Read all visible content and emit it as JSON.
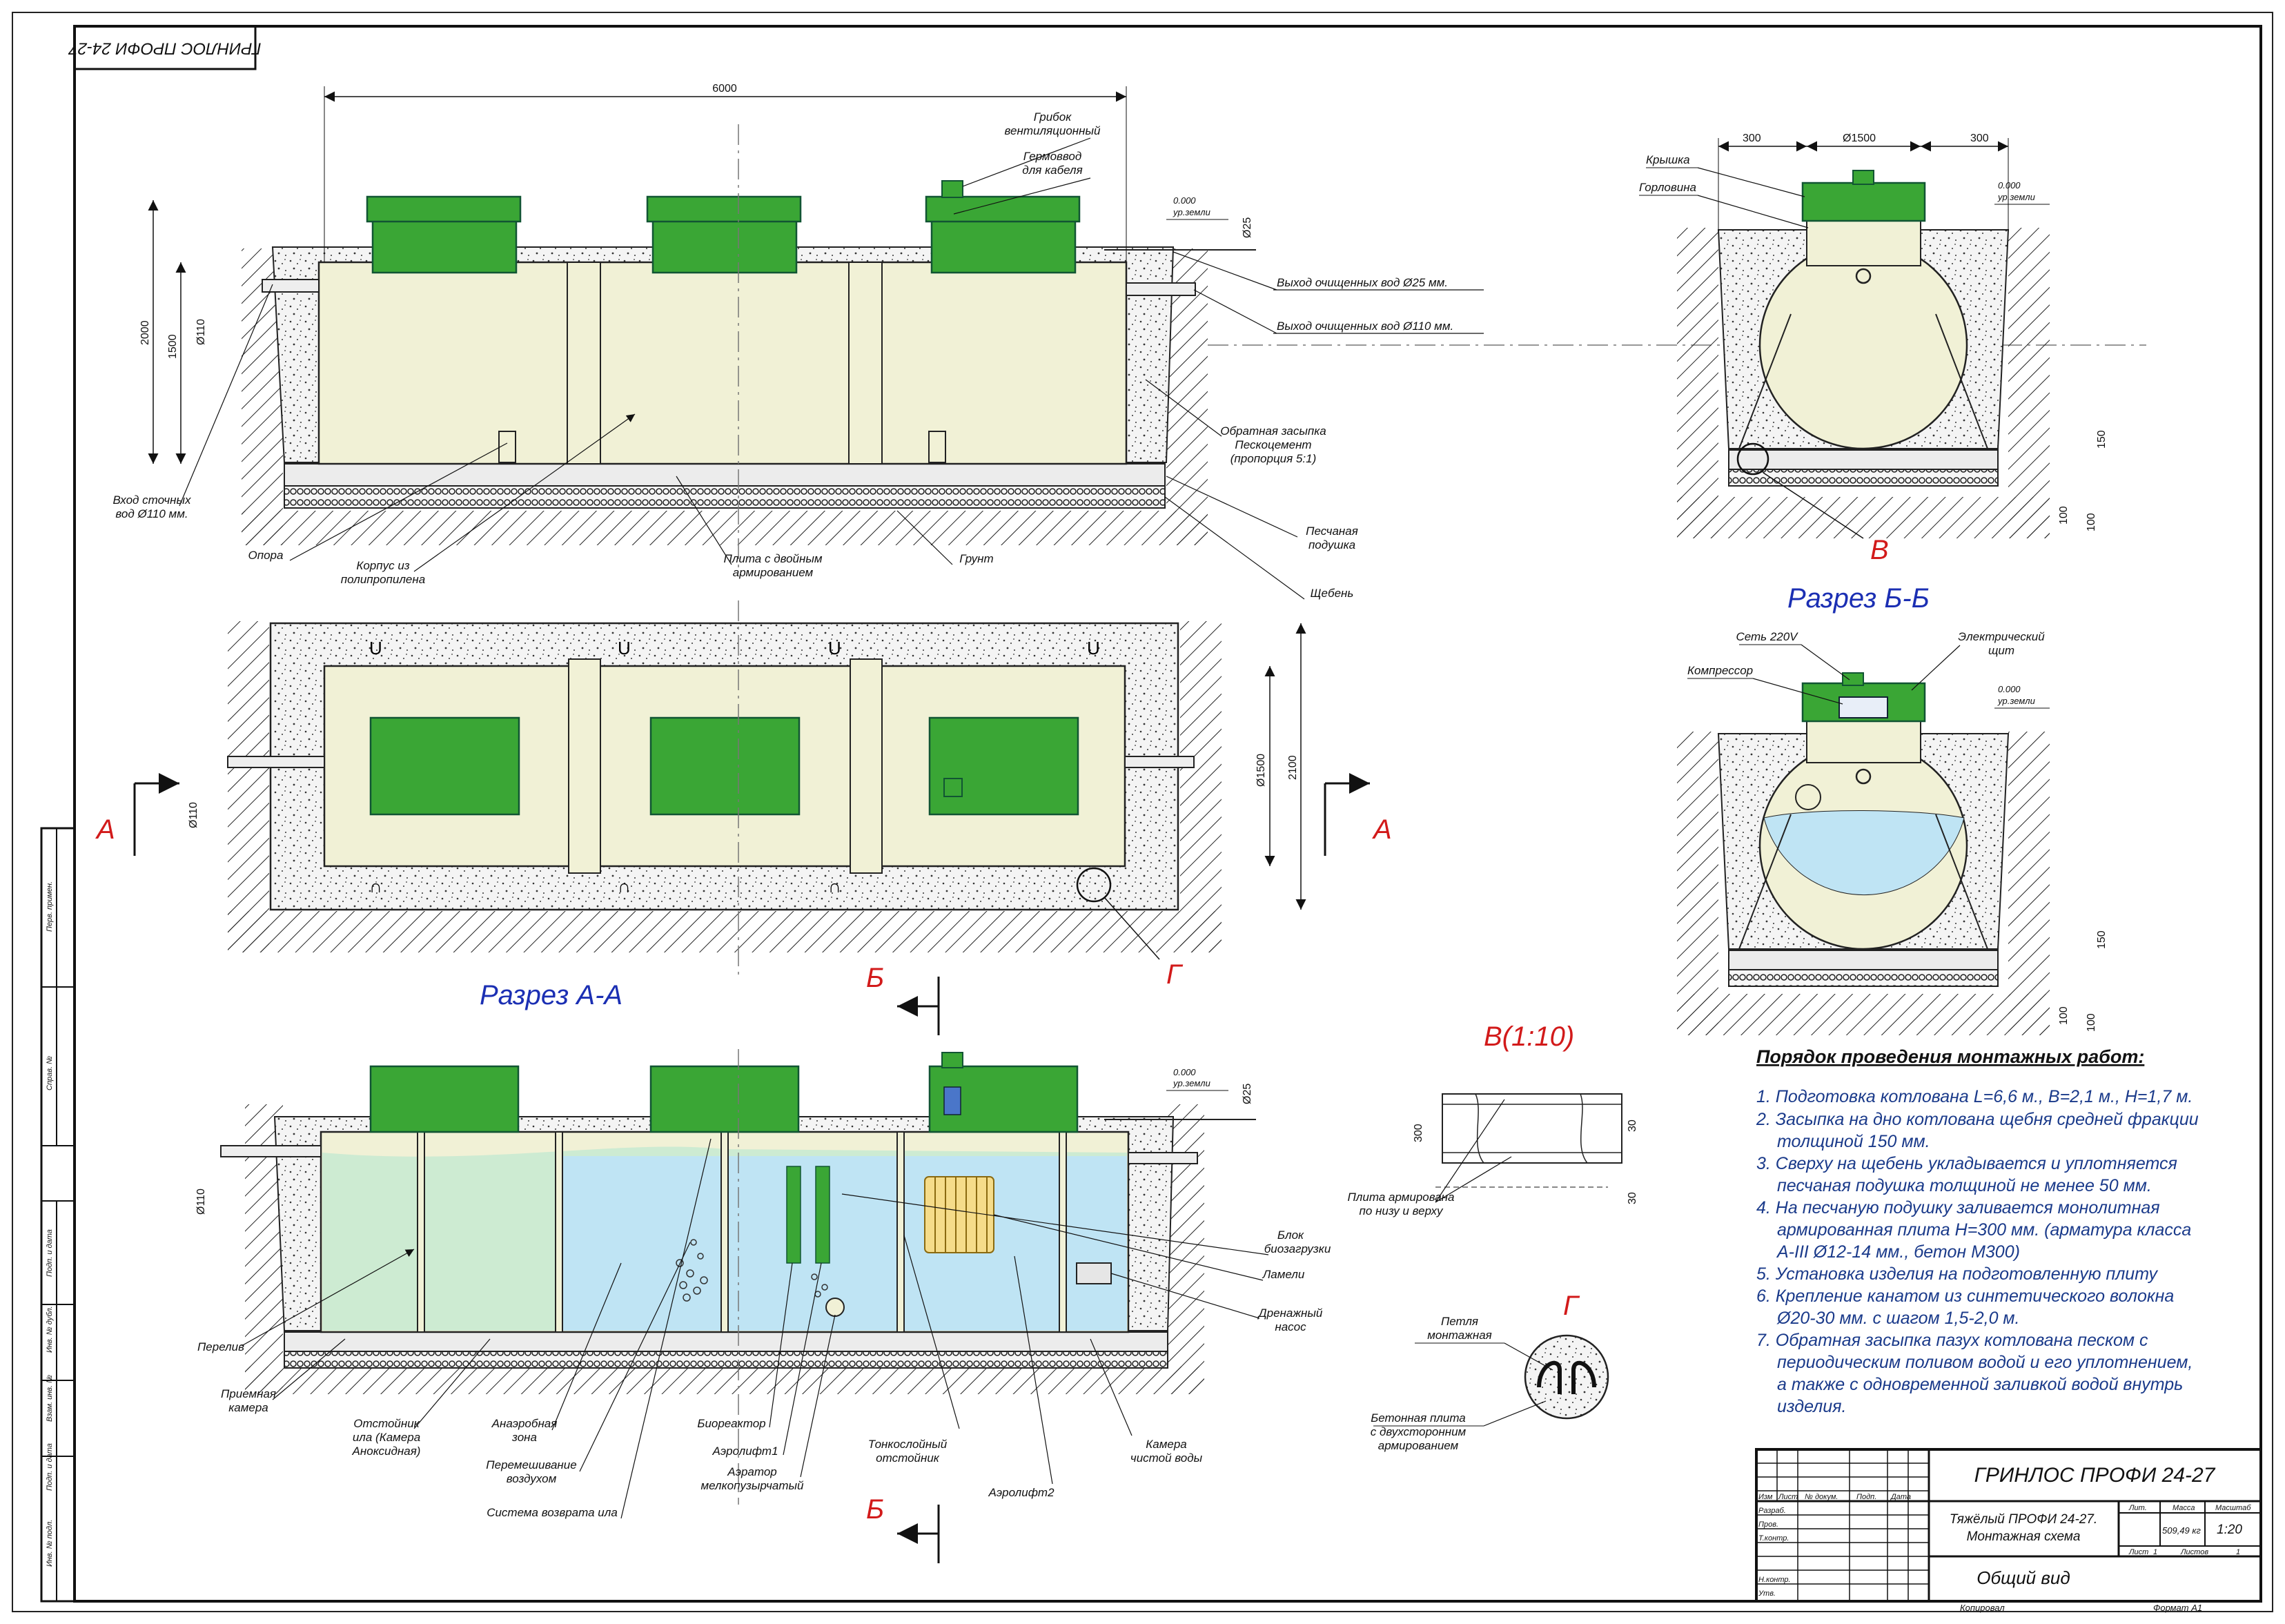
{
  "stamp": "ГРИНЛОС ПРОФИ 24-27",
  "section_aa": "Разрез А-А",
  "section_bb": "Разрез Б-Б",
  "marks": {
    "A": "А",
    "B": "Б",
    "V": "В",
    "G": "Г",
    "V_scale": "В(1:10)"
  },
  "dims": {
    "d6000": "6000",
    "d2000": "2000",
    "d1500": "1500",
    "d110": "Ø110",
    "d25": "Ø25",
    "zero": "0.000",
    "ground": "ур.земли",
    "d300": "300",
    "d1500c": "Ø1500",
    "d150": "150",
    "d100": "100",
    "d2100": "2100",
    "d30": "30"
  },
  "labels_top": {
    "vent": "Грибок вентиляционный",
    "gland": "Гермоввод для кабеля",
    "out25": "Выход очищенных вод Ø25 мм.",
    "out110": "Выход очищенных вод Ø110 мм.",
    "backfill1": "Обратная засыпка",
    "backfill2": "Пескоцемент",
    "backfill3": "(пропорция 5:1)",
    "sand1": "Песчаная",
    "sand2": "подушка",
    "gravel": "Щебень",
    "ground": "Грунт",
    "plate1": "Плита с двойным",
    "plate2": "армированием",
    "body1": "Корпус из",
    "body2": "полипропилена",
    "support": "Опора",
    "inlet1": "Вход сточных",
    "inlet2": "вод Ø110 мм."
  },
  "labels_bb": {
    "lid": "Крышка",
    "neck": "Горловина"
  },
  "labels_bb2": {
    "power": "Сеть 220V",
    "panel1": "Электрический",
    "panel2": "щит",
    "compressor": "Компрессор"
  },
  "labels_bottom": {
    "bio1": "Блок",
    "bio2": "биозагрузки",
    "lamels": "Ламели",
    "pump1": "Дренажный",
    "pump2": "насос",
    "overflow": "Перелив",
    "recv1": "Приемная",
    "recv2": "камера",
    "sludge1": "Отстойник",
    "sludge2": "ила (Камера",
    "sludge3": "Аноксидная)",
    "anaer1": "Анаэробная",
    "anaer2": "зона",
    "mix1": "Перемешивание",
    "mix2": "воздухом",
    "return": "Система возврата ила",
    "bioreactor": "Биореактор",
    "airlift1": "Аэролифт1",
    "aerator1": "Аэратор",
    "aerator2": "мелкопузырчатый",
    "thin1": "Тонкослойный",
    "thin2": "отстойник",
    "airlift2": "Аэролифт2",
    "clean1": "Камера",
    "clean2": "чистой воды"
  },
  "labels_v": {
    "plate1": "Плита армирована",
    "plate2": "по низу и верху"
  },
  "labels_g": {
    "loop1": "Петля",
    "loop2": "монтажная",
    "conc1": "Бетонная плита",
    "conc2": "с двухсторонним",
    "conc3": "армированием"
  },
  "steps_title": "Порядок проведения монтажных работ:",
  "steps": [
    "1. Подготовка котлована L=6,6 м., B=2,1 м., H=1,7 м.",
    "2. Засыпка на дно котлована щебня средней фракции",
    "толщиной 150 мм.",
    "3. Сверху на щебень укладывается и уплотняется",
    "песчаная подушка толщиной не менее 50 мм.",
    "4. На песчаную подушку заливается монолитная",
    "армированная плита Н=300 мм. (арматура класса",
    "A-III Ø12-14 мм., бетон М300)",
    "5. Установка изделия на подготовленную плиту",
    "6. Крепление канатом из синтетического волокна",
    "Ø20-30 мм. с шагом 1,5-2,0 м.",
    "7. Обратная засыпка пазух котлована песком с",
    "периодическим поливом водой и его уплотнением,",
    "а также с одновременной заливкой водой внутрь",
    "изделия."
  ],
  "titleblock": {
    "project": "ГРИНЛОС ПРОФИ 24-27",
    "desc1": "Тяжёлый ПРОФИ 24-27.",
    "desc2": "Монтажная схема",
    "view": "Общий вид",
    "mass": "509,49 кг",
    "scale": "1:20",
    "lit": "Лит.",
    "massh": "Масса",
    "scaleh": "Масштаб",
    "sheet": "Лист",
    "sheets": "Листов",
    "sheet_n": "1",
    "copied": "Копировал",
    "format": "Формат А1",
    "rows": [
      "Изм",
      "Лист",
      "№ докум.",
      "Подп.",
      "Дата",
      "Разраб.",
      "Пров.",
      "Т.контр.",
      "Н.контр.",
      "Утв."
    ]
  },
  "side_stamps": [
    "Инв. № подл.",
    "Подп. и дата",
    "Взам. инв. №",
    "Инв. № дубл.",
    "Подп. и дата",
    "Справ. №",
    "Перв. примен."
  ],
  "colors": {
    "green": "#3aa635",
    "body": "#f1f1d6",
    "water": "#bfe4f4",
    "concrete": "#eeeeee"
  }
}
